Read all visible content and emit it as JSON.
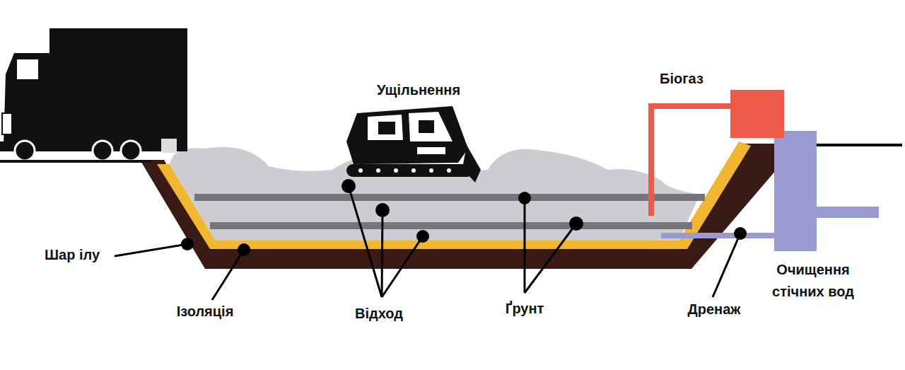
{
  "diagram": {
    "labels": [
      "Сміттєвоз",
      "Ущільнення",
      "Біогаз",
      "Шар ілу",
      "Очищення стічних вод",
      "Ізоляція",
      "Відход",
      "Ґрунт",
      "Дренаж"
    ]
  }
}
